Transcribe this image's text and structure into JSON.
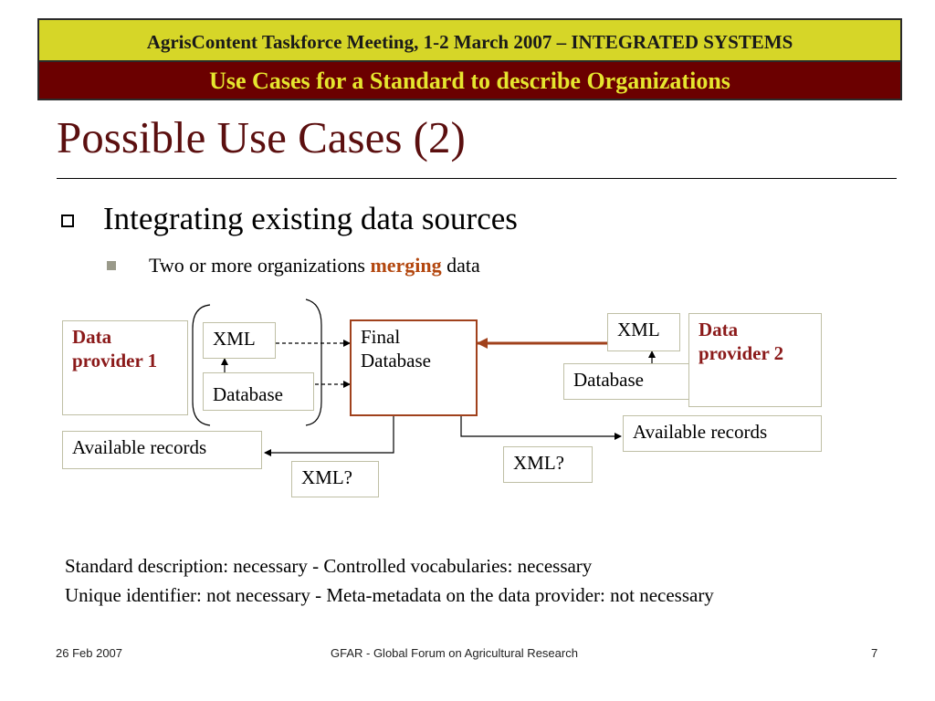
{
  "header": {
    "meeting": "AgrisContent Taskforce Meeting, 1-2 March 2007 – INTEGRATED SYSTEMS",
    "section": "Use Cases for a Standard to describe Organizations"
  },
  "slide": {
    "title": "Possible Use Cases (2)",
    "bullet1": "Integrating existing data sources",
    "bullet2": {
      "before": "Two or more organizations ",
      "emphasis": "merging",
      "after": " data"
    }
  },
  "diagram": {
    "provider1": {
      "line1": "Data",
      "line2": "provider 1"
    },
    "provider2": {
      "line1": "Data",
      "line2": "provider 2"
    },
    "xml_left": "XML",
    "db_left": "Database",
    "final": {
      "line1": "Final",
      "line2": "Database"
    },
    "xml_right": "XML",
    "db_right": "Database",
    "avail_left": "Available records",
    "avail_right": "Available records",
    "xmlq_left": "XML?",
    "xmlq_right": "XML?"
  },
  "notes": [
    "Standard description: necessary - Controlled vocabularies: necessary",
    "Unique identifier: not necessary - Meta-metadata on the data provider: not necessary"
  ],
  "footer": {
    "date": "26 Feb 2007",
    "org": "GFAR - Global Forum on Agricultural Research",
    "page": "7"
  },
  "colors": {
    "banner_yellow": "#d6d628",
    "banner_maroon": "#6b0000",
    "title": "#5b0f0f",
    "accent": "#a0411c"
  }
}
